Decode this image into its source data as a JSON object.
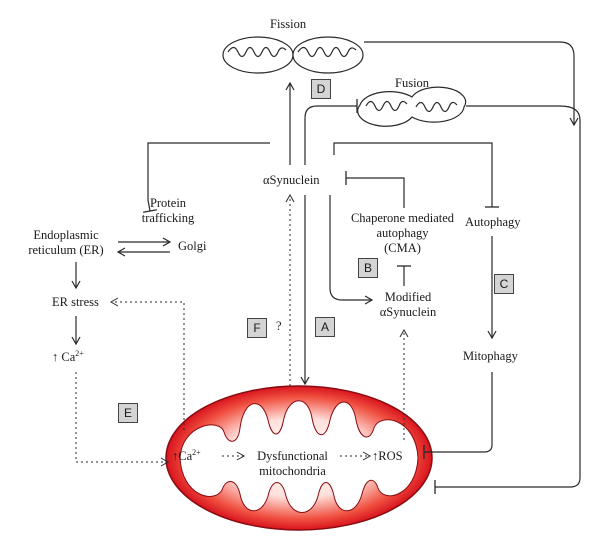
{
  "nodes": {
    "fission": "Fission",
    "fusion": "Fusion",
    "alpha_synuclein": "αSynuclein",
    "protein_trafficking_1": "Protein",
    "protein_trafficking_2": "trafficking",
    "er_1": "Endoplasmic",
    "er_2": "reticulum (ER)",
    "golgi": "Golgi",
    "cma_1": "Chaperone mediated",
    "cma_2": "autophagy",
    "cma_3": "(CMA)",
    "autophagy": "Autophagy",
    "er_stress": "ER stress",
    "ca_up": "↑ Ca",
    "ca_sup": "2+",
    "modified_1": "Modified",
    "modified_2": "αSynuclein",
    "mitophagy": "Mitophagy",
    "question": "?",
    "mito_ca": "↑Ca",
    "mito_ca_sup": "2+",
    "dysfunctional_1": "Dysfunctional",
    "dysfunctional_2": "mitochondria",
    "ros": "↑ROS"
  },
  "pathway_boxes": {
    "a": "A",
    "b": "B",
    "c": "C",
    "d": "D",
    "e": "E",
    "f": "F"
  },
  "colors": {
    "line": "#2a2a2a",
    "box_fill": "#d4d4d4",
    "mito_outer": "#d8141e",
    "mito_inner": "#ffffff"
  }
}
